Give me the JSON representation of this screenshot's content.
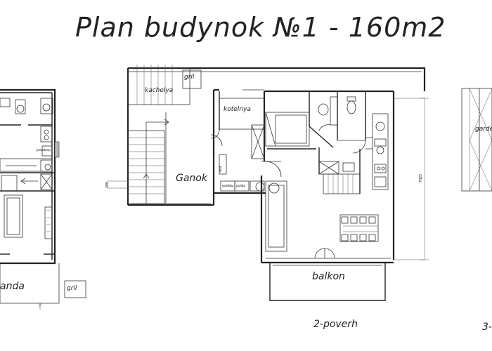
{
  "title": "Plan budynok №1 - 160m2",
  "labels": {
    "kachelya": "kachelya",
    "gril_top": "gril",
    "kotelnya": "kotelnya",
    "ganok": "Ganok",
    "balkon": "balkon",
    "floor_2": "2-poverh",
    "veranda": "anda",
    "gril_bottom": "gril",
    "garden": "garder",
    "floor_3": "3-",
    "dim_right": "7825",
    "dim_left": "200"
  }
}
